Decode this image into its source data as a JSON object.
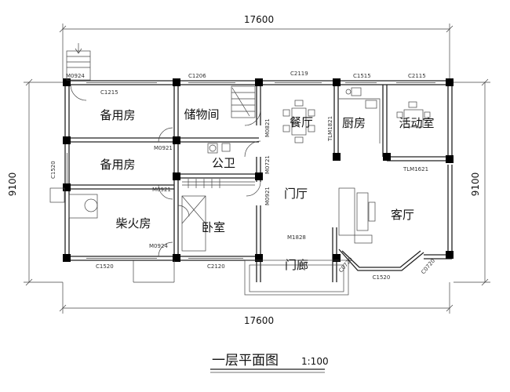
{
  "dimensions": {
    "top_width": "17600",
    "bottom_width": "17600",
    "left_depth": "9100",
    "right_depth": "9100"
  },
  "rooms": {
    "spare_room_1": "备用房",
    "spare_room_2": "备用房",
    "storage": "储物间",
    "dining": "餐厅",
    "kitchen": "厨房",
    "activity": "活动室",
    "public_wc": "公卫",
    "foyer": "门厅",
    "firewood": "柴火房",
    "bedroom": "卧室",
    "living": "客厅",
    "porch": "门廊"
  },
  "codes": {
    "m0924_top": "M0924",
    "c1215": "C1215",
    "c1206": "C1206",
    "c2119": "C2119",
    "c1515": "C1515",
    "c2115": "C2115",
    "m0821": "M0821",
    "tlm1821": "TLM1821",
    "m0921_a": "M0921",
    "m0721": "M0721",
    "c1520_left": "C1520",
    "tlm1621": "TLM1621",
    "m0921_b": "M0921",
    "m0921_c": "M0921",
    "m1828": "M1828",
    "m0924_bottom": "M0924",
    "c1520_bottom_left": "C1520",
    "c2120": "C2120",
    "c0720_a": "C0720",
    "c0720_b": "C0720",
    "c1520_bay": "C1520"
  },
  "title": {
    "main": "一层平面图",
    "scale": "1:100"
  }
}
